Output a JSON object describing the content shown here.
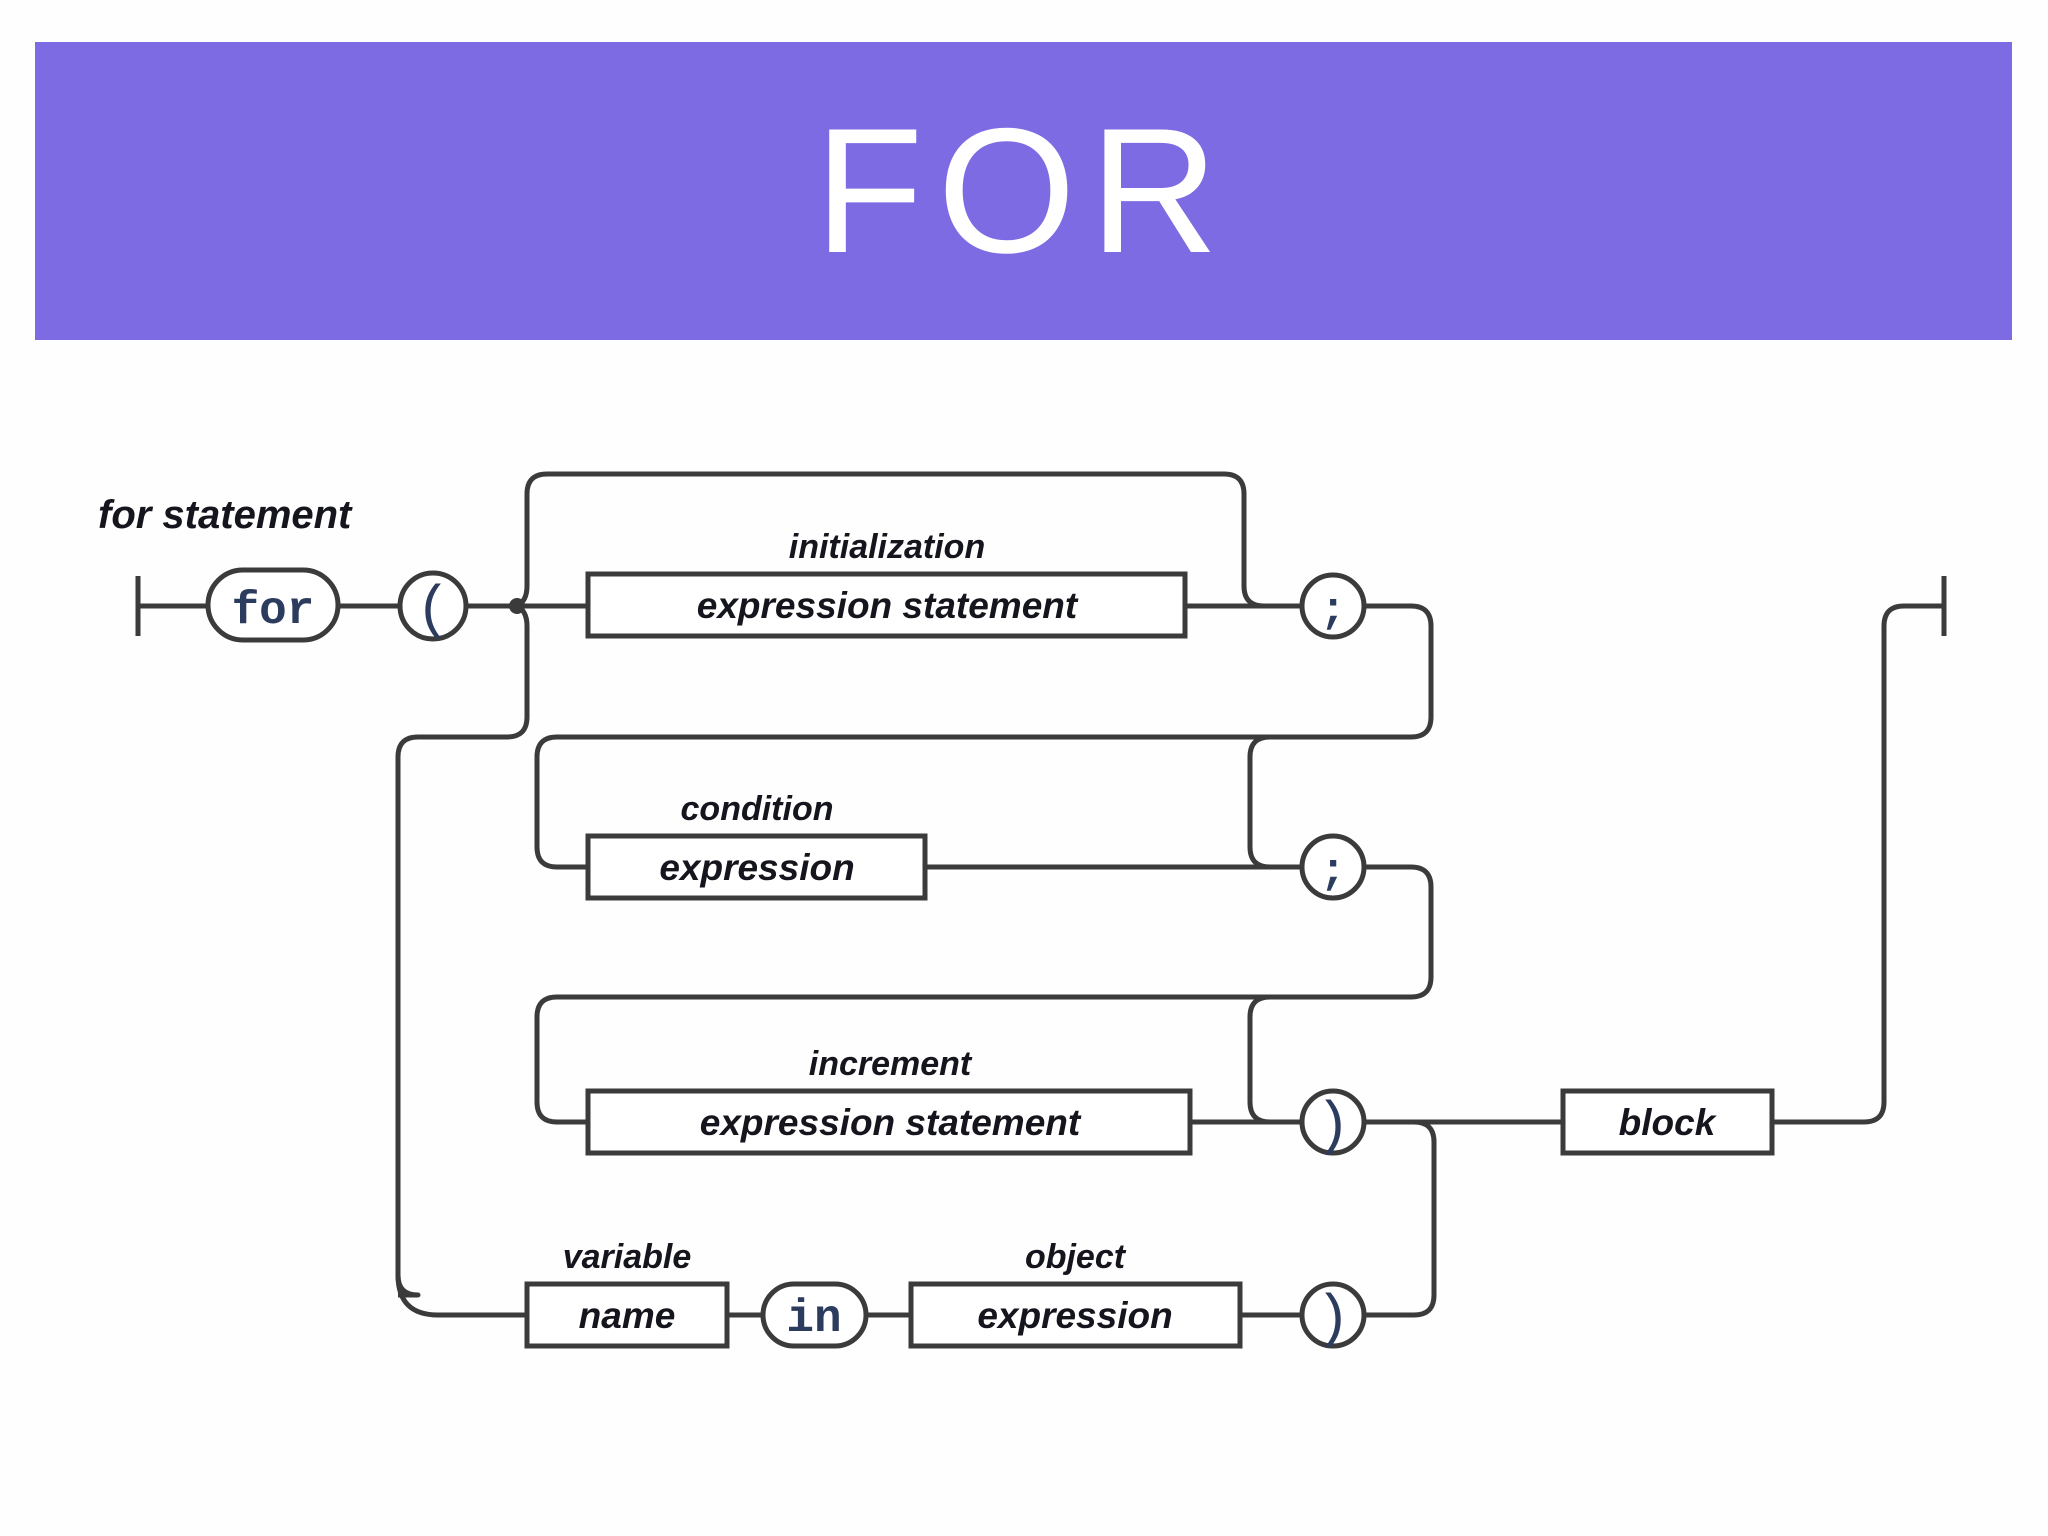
{
  "banner": {
    "title": "FOR",
    "bg_color": "#7d6be4",
    "text_color": "#ffffff"
  },
  "diagram": {
    "heading": "for statement",
    "keyword": "for",
    "open_paren": "(",
    "initialization": {
      "label": "initialization",
      "box": "expression statement",
      "separator": ";"
    },
    "condition": {
      "label": "condition",
      "box": "expression",
      "separator": ";"
    },
    "increment": {
      "label": "increment",
      "box": "expression statement",
      "close_paren": ")"
    },
    "for_in": {
      "variable_label": "variable",
      "variable_box": "name",
      "keyword": "in",
      "object_label": "object",
      "object_box": "expression",
      "close_paren": ")"
    },
    "block": "block"
  },
  "colors": {
    "banner_purple": "#7d6be4",
    "line": "#3b3b3b",
    "label_text": "#15151d",
    "token_text": "#2c3c5e",
    "background": "#fefefe"
  }
}
